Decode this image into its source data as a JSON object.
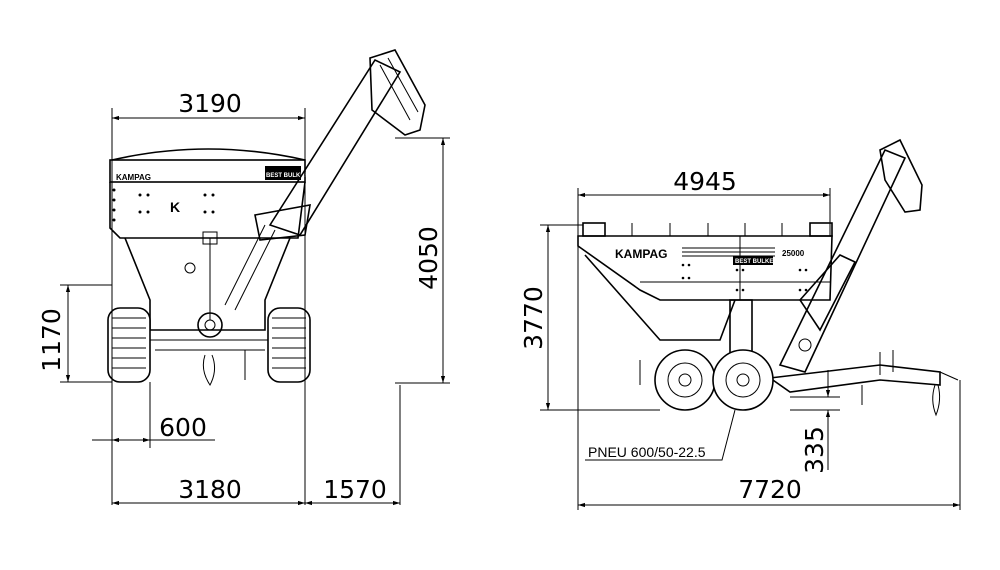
{
  "front_view": {
    "dimensions": {
      "top_width": "3190",
      "total_height": "4050",
      "axle_height": "1170",
      "tire_width": "600",
      "track_width": "3180",
      "auger_reach": "1570"
    },
    "logo_text": "KAMPAG",
    "badge_text": "BEST BULKER"
  },
  "side_view": {
    "dimensions": {
      "body_length": "4945",
      "height": "3770",
      "ground_clearance": "335",
      "total_length": "7720"
    },
    "tire_label": "PNEU 600/50-22.5",
    "logo_text": "KAMPAG",
    "badge_text": "BEST BULKER",
    "model_text": "25000"
  },
  "colors": {
    "line": "#000000",
    "background": "#ffffff"
  }
}
